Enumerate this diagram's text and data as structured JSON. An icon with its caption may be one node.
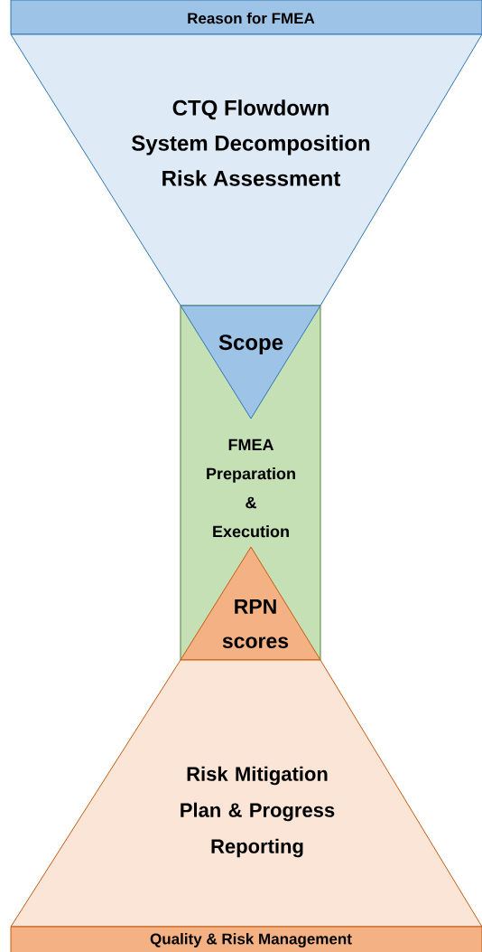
{
  "diagram": {
    "nodes": [
      {
        "text": [
          "Reason for FMEA"
        ]
      },
      {
        "text": [
          "CTQ Flowdown",
          "System Decomposition",
          "Risk Assessment"
        ]
      },
      {
        "text": [
          "FMEA Preparation & Execution"
        ]
      },
      {
        "text": [
          "Scope"
        ],
        "in": 2
      },
      {
        "text": [
          "RPN scores"
        ],
        "in": 2
      },
      {
        "text": [
          "Risk Mitigation Plan & Progress Reporting"
        ]
      },
      {
        "text": [
          "Quality & Risk Management"
        ]
      }
    ]
  }
}
